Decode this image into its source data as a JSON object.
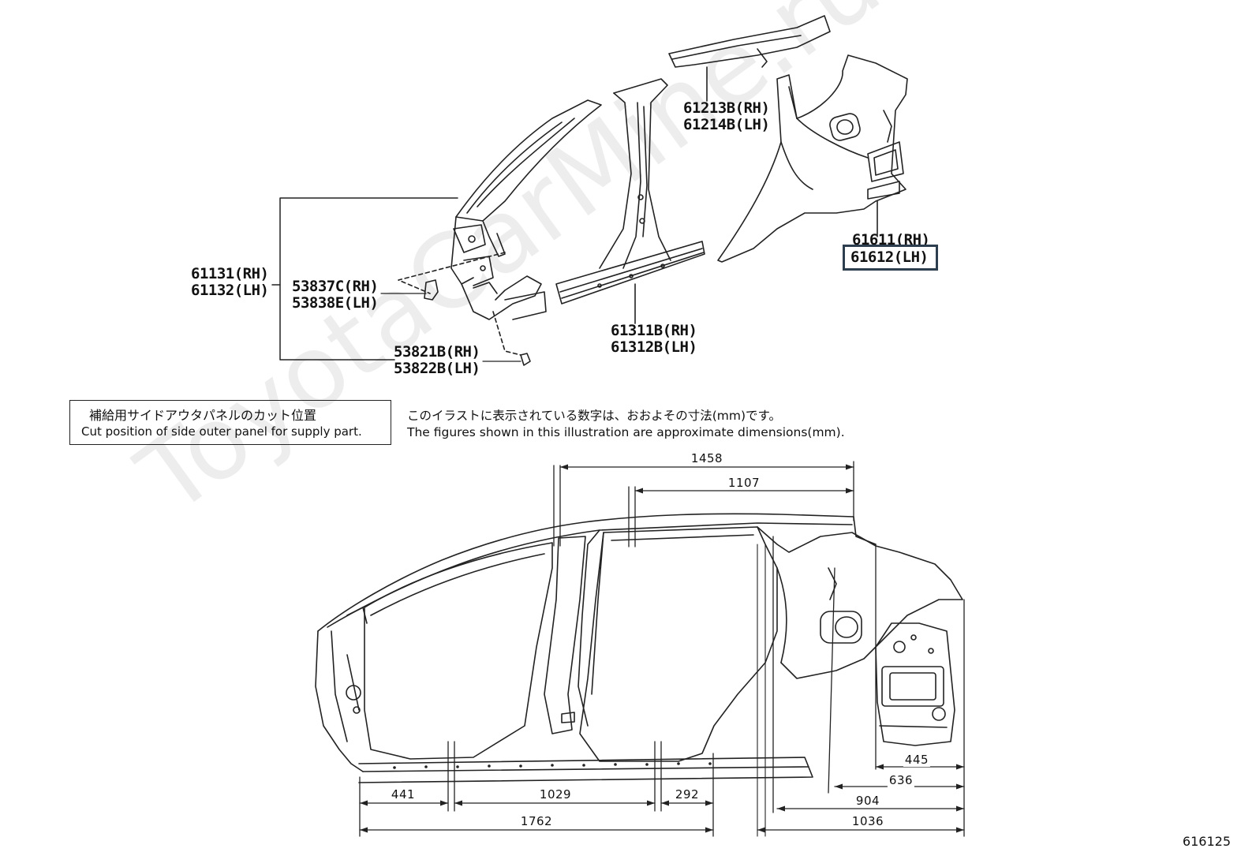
{
  "parts": {
    "p61213": "61213B(RH)",
    "p61214": "61214B(LH)",
    "p61611": "61611(RH)",
    "p61612": "61612(LH)",
    "p61131": "61131(RH)",
    "p61132": "61132(LH)",
    "p53837": "53837C(RH)",
    "p53838": "53838E(LH)",
    "p61311": "61311B(RH)",
    "p61312": "61312B(LH)",
    "p53821": "53821B(RH)",
    "p53822": "53822B(LH)"
  },
  "legend_box": {
    "ja": "補給用サイドアウタパネルのカット位置",
    "en": "Cut position of side outer panel for supply part."
  },
  "note": {
    "ja": "このイラストに表示されている数字は、おおよその寸法(mm)です。",
    "en": "The figures shown in this illustration are approximate dimensions(mm)."
  },
  "dimensions": {
    "d1458": "1458",
    "d1107": "1107",
    "d441": "441",
    "d1029": "1029",
    "d292": "292",
    "d1762": "1762",
    "d445": "445",
    "d636": "636",
    "d904": "904",
    "d1036": "1036"
  },
  "watermark": "ToyotaCarMine.ru",
  "footer_code": "616125",
  "highlight_color": "#2d3f4f"
}
